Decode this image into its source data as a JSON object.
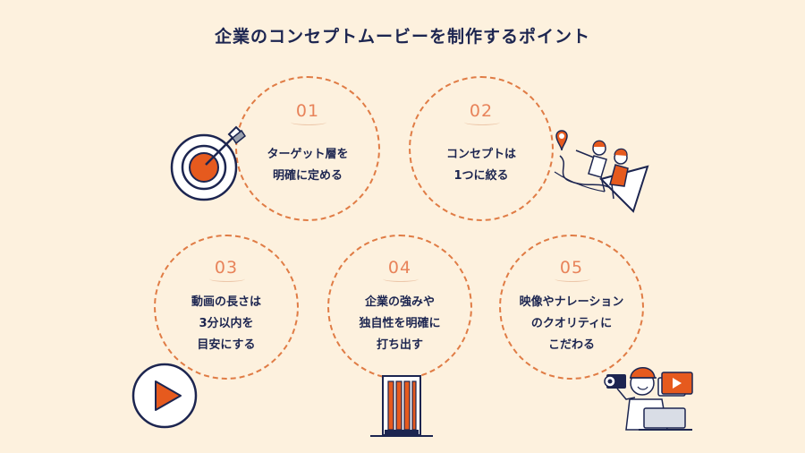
{
  "title": "企業のコンセプトムービーを制作するポイント",
  "points": [
    {
      "num": "01",
      "lines": [
        "ターゲット層を",
        "明確に定める"
      ]
    },
    {
      "num": "02",
      "lines": [
        "コンセプトは",
        "1つに絞る"
      ]
    },
    {
      "num": "03",
      "lines": [
        "動画の長さは",
        "3分以内を",
        "目安にする"
      ]
    },
    {
      "num": "04",
      "lines": [
        "企業の強みや",
        "独自性を明確に",
        "打ち出す"
      ]
    },
    {
      "num": "05",
      "lines": [
        "映像やナレーション",
        "のクオリティに",
        "こだわる"
      ]
    }
  ],
  "colors": {
    "background": "#fdf1de",
    "accent": "#e65a1e",
    "navy": "#1c2550",
    "dash": "#e07c45"
  },
  "icons": [
    "target-icon",
    "travelers-illustration",
    "play-icon",
    "building-icon",
    "videographer-illustration"
  ]
}
